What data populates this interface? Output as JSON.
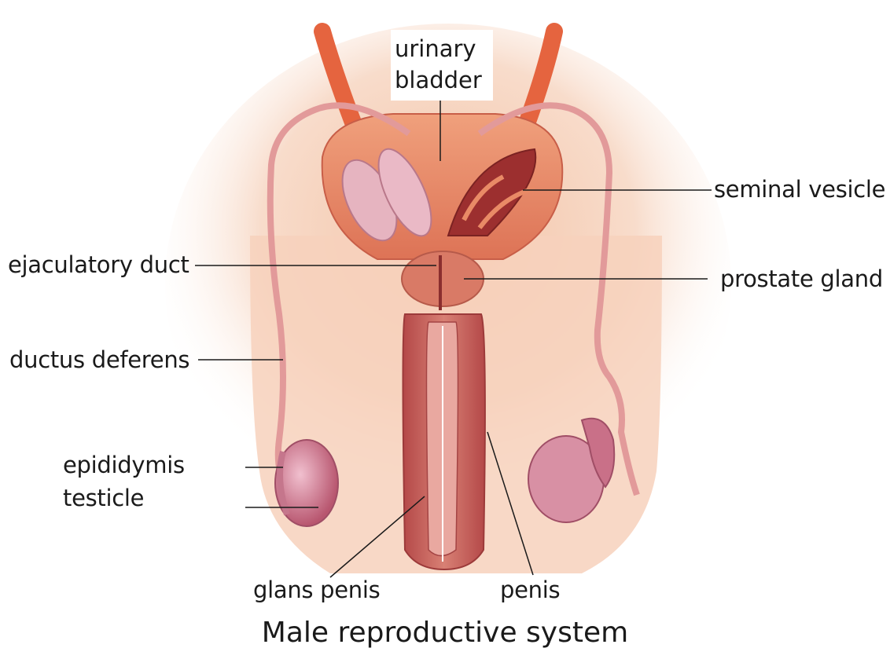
{
  "title": "Male reproductive system",
  "labels": {
    "urinary_bladder": "urinary\nbladder",
    "seminal_vesicle": "seminal vesicle",
    "ejaculatory_duct": "ejaculatory duct",
    "prostate_gland": "prostate gland",
    "ductus_deferens": "ductus deferens",
    "epididymis": "epididymis",
    "testicle": "testicle",
    "glans_penis": "glans penis",
    "penis": "penis"
  },
  "colors": {
    "skin": "#f4c8ae",
    "bladder": "#e98a66",
    "duct": "#e9a0a0",
    "ureter": "#e5643f",
    "tissue": "#b84a4a",
    "vesicle": "#e6b4c0",
    "testis": "#d88aa0"
  }
}
